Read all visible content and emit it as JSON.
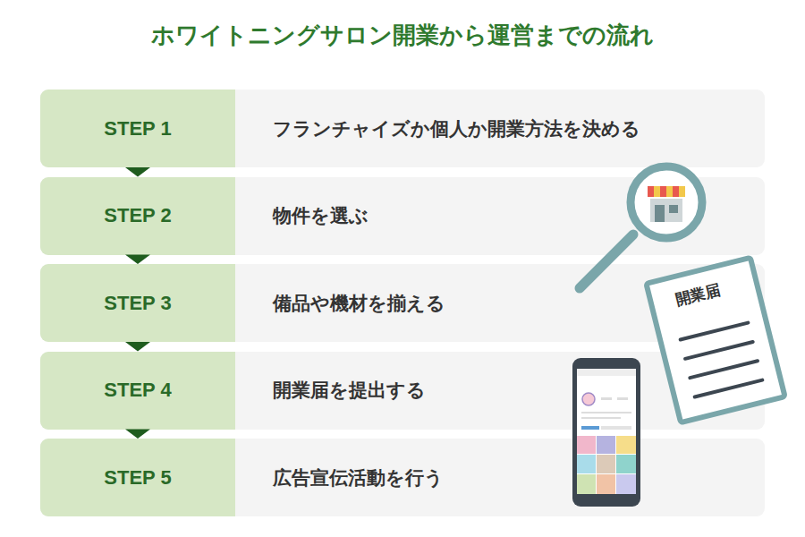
{
  "diagram": {
    "title": "ホワイトニングサロン開業から運営までの流れ",
    "nodes": [
      {
        "text": [
          "STEP 1",
          "フランチャイズか個人か開業方法を決める"
        ]
      },
      {
        "text": [
          "STEP 2",
          "物件を選ぶ"
        ]
      },
      {
        "text": [
          "STEP 3",
          "備品や機材を揃える"
        ]
      },
      {
        "text": [
          "STEP 4",
          "開業届を提出する"
        ]
      },
      {
        "text": [
          "STEP 5",
          "広告宣伝活動を行う"
        ]
      }
    ],
    "edges": [
      {
        "from": 0,
        "to": 1,
        "arrow": "to"
      },
      {
        "from": 1,
        "to": 2,
        "arrow": "to"
      },
      {
        "from": 2,
        "to": 3,
        "arrow": "to"
      },
      {
        "from": 3,
        "to": 4,
        "arrow": "to"
      }
    ],
    "labels": [
      "開業届"
    ]
  }
}
